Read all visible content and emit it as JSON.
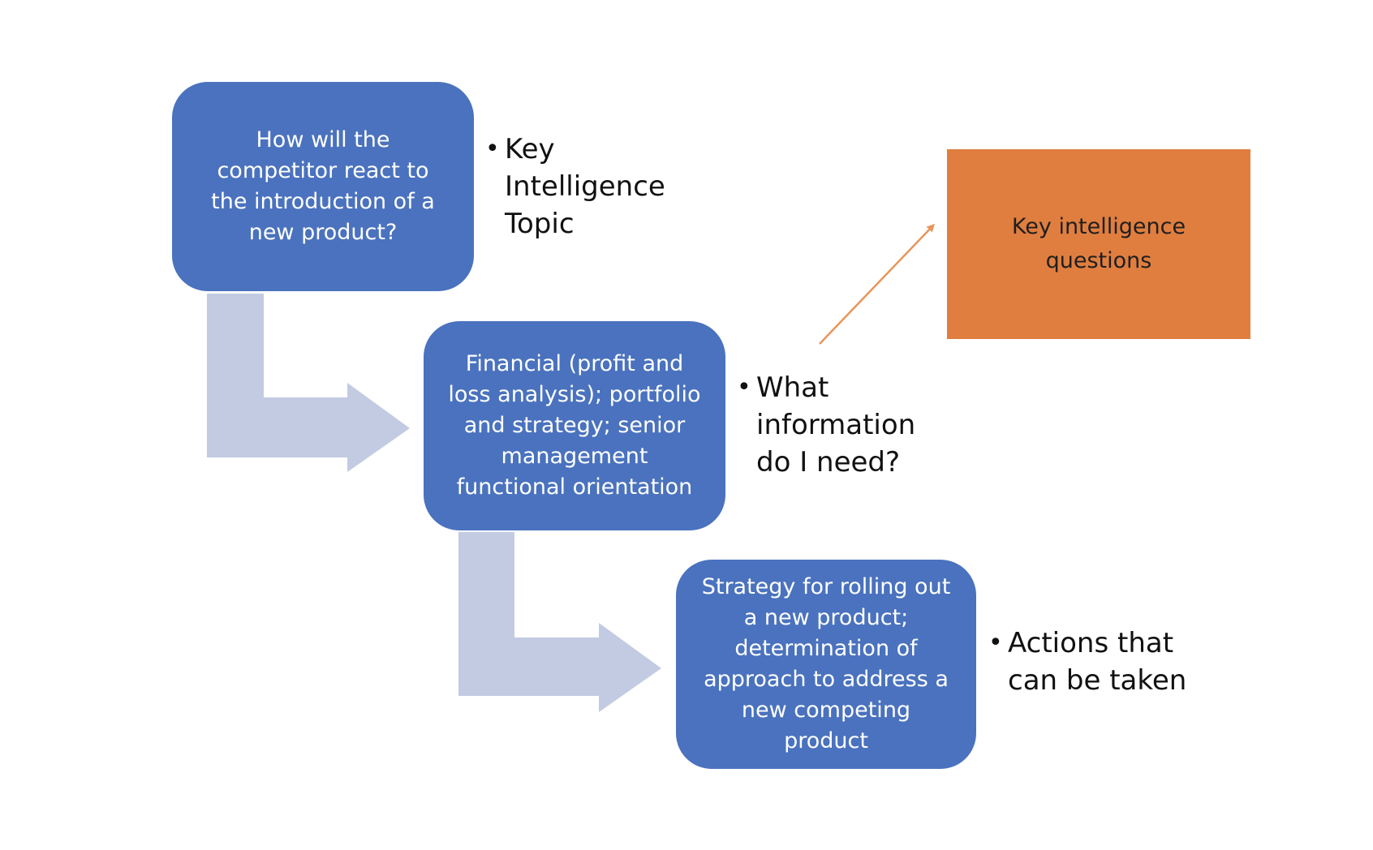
{
  "steps": [
    {
      "box_text": "How will the\ncompetitor react to\nthe introduction of a\nnew product?",
      "bullet": "Key\nIntelligence\nTopic"
    },
    {
      "box_text": "Financial (profit and\nloss analysis); portfolio\nand strategy; senior\nmanagement\nfunctional orientation",
      "bullet": "What\ninformation\ndo I need?"
    },
    {
      "box_text": "Strategy for rolling out\na new product;\ndetermination of\napproach to address a\nnew competing\nproduct",
      "bullet": "Actions that\ncan be taken"
    }
  ],
  "callout": {
    "text": "Key intelligence\nquestions"
  },
  "colors": {
    "step_box": "#4a72be",
    "connector_arrow": "#c2cbe2",
    "callout_box": "#e07e3f",
    "callout_arrow": "#e8955c"
  },
  "bullet_symbol": "•"
}
